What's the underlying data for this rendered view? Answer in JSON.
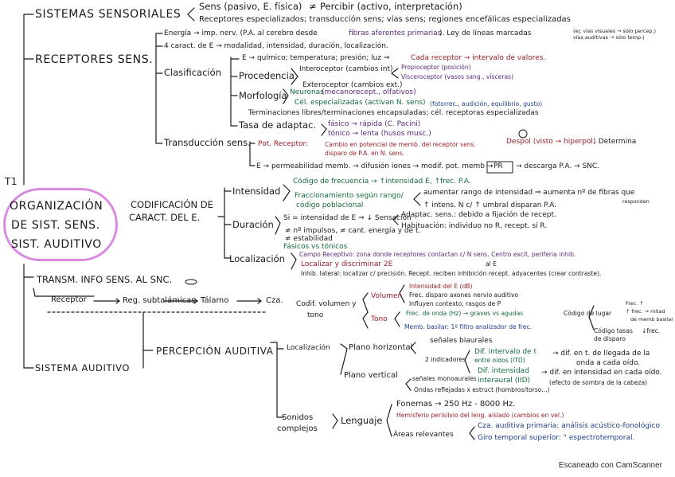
{
  "center": {
    "tag": "T1",
    "line1": "ORGANIZACIÓN",
    "line2": "DE SIST. SENS.",
    "line3": "SIST. AUDITIVO"
  },
  "s1": {
    "title": "SISTEMAS SENSORIALES",
    "sens": "Sens (pasivo, E. física)",
    "neq": "≠",
    "percibir": "Percibir (activo, interpretación)",
    "receptores": "Receptores especializados; transducción sens; vías sens; regiones encefálicas especializadas"
  },
  "s2": {
    "title": "RECEPTORES SENS.",
    "energia": "Energía → imp. nerv. (P.A. al cerebro desde",
    "fibras": "fibras aferentes primarias",
    "ley": "). Ley de líneas marcadas",
    "ley_note1": "(ej: vías visuales → sólo percep.)",
    "ley_note2": "vías auditivas → sólo temp.)",
    "caract": "4 caract. de E → modalidad, intensidad, duración, localización.",
    "clasif": "Clasificación",
    "e_line": "E → químico; temperatura; presión; luz ⇒",
    "cada": "Cada receptor → intervalo de valores.",
    "procedencia": "Procedencia",
    "intero": "Interoceptor (cambios int)",
    "propio": "Propioceptor (posición)",
    "visceo": "Visceroceptor (vasos sang., vísceras)",
    "extero": "Exteroceptor (cambios ext.)",
    "morfologia": "Morfología",
    "neuronas": "Neuronas",
    "mecano": "(mecanorecept., olfativos)",
    "cel": "Cél. especializadas (activan N. sens)",
    "gusto": "(fotorrec., audición, equilibrio, gusto)",
    "termin": "Terminaciones libres/terminaciones encapsuladas; cél. receptoras especializadas",
    "tasa": "Tasa de adaptac.",
    "fasico": "fásico → rápida (C. Pacini)",
    "tonico": "tónico → lenta (husos musc.)",
    "transd": "Transducción sens.",
    "pot": "Pot. Receptor:",
    "cambio": "Cambio en potencial de memb. del receptor sens.",
    "despol": "Despol (visto → hiperpol)",
    "determina": ". Determina",
    "disparo": "disparo de P.A. en N. sens.",
    "perm": "E → permeabilidad memb. → difusión iones → modif. pot. memb →",
    "pr": "PR",
    "descarga": "→ descarga P.A. → SNC."
  },
  "s3": {
    "codif": "CODIFICACIÓN DE",
    "caract": "CARACT. DEL E.",
    "intensidad": "Intensidad",
    "cod_frec": "Código de frecuencia → ↑intensidad E, ↑frec. P.A.",
    "fracc": "Fraccionamiento según rango/",
    "cod_pob": "código poblacional",
    "aumentar": "aumentar rango de intensidad ⇒ aumenta nº de fibras que",
    "responden": "responden",
    "umbral": "↑ intens. N c/ ↑ umbral disparan P.A.",
    "duracion": "Duración",
    "si": "Si = intensidad de E ⇒ ↓ Sensación",
    "adapt": "Adaptac. sens.: debido a fijación de recept.",
    "habit": "Habituación: individuo no R, recept. sí R.",
    "num": "≠ nº impulsos, ≠ cant. energía y de t.",
    "estab": "≠ estabilidad",
    "fasicos": "Fásicos vs tónicos",
    "localizacion": "Localización",
    "campo": "Campo Receptivo: zona donde receptores contactan c/ N sens. Centro excit, periferia inhib.",
    "localizar": "Localizar y discriminar 2E",
    "al_e": "al E",
    "inhib": "Inhib. lateral: localizar c/ precisión. Recept. reciben inhibición recept. adyacentes (crear contraste)."
  },
  "s4": {
    "transm": "TRANSM. INFO SENS. AL SNC.",
    "receptor": "Receptor",
    "reg": "Reg. subtalámicas",
    "talamo": "Tálamo",
    "cza": "Cza.",
    "codif_vol": "Codif. volumen y",
    "tono": "tono",
    "volumen": "Volumen",
    "int_e": "Intensidad del E (dB)",
    "frec_disp": "Frec. disparo axones nervio auditivo",
    "influyen": "Influyen contexto, rasgos de P",
    "tono2": "Tono",
    "frec_onda": "Frec. de onda (Hz) → graves vs agudas",
    "memb": "Memb. basilar: 1º filtro analizador de frec.",
    "cod_lugar": "Código de lugar",
    "frec_arr": "Frec. ↑",
    "frec_arr2": "↑ frec. → mitad",
    "memb_bas": "de memb basilar",
    "cod_tasas": "Código tasas",
    "disparo2": "de disparo",
    "frec_low": "↓frec.",
    "sistema": "SISTEMA AUDITIVO",
    "percepcion": "PERCEPCIÓN AUDITIVA",
    "loc": "Localización",
    "plano_h": "Plano horizontal",
    "senales": "señales biaurales",
    "indic": "2 indicadores",
    "dif_int": "Dif. intervalo de t",
    "entre": "entre oídos (ITD)",
    "dif_int_res": "→ dif. en t. de llegada de la",
    "onda": "onda a cada oído.",
    "dif_intens": "Dif. intensidad",
    "iid": "interaural (IID)",
    "dif_intens_res": "→ dif. en intensidad en cada oído.",
    "efecto": "(efecto de sombra de la cabeza)",
    "plano_v": "Plano vertical",
    "monoaural": "señales monoaurales",
    "ondas": "Ondas reflejadas x estruct (hombros/torso...)",
    "sonidos": "Sonidos",
    "complejos": "complejos",
    "lenguaje": "Lenguaje",
    "fonemas": "Fonemas → 250 Hz - 8000 Hz.",
    "hemi": "Hemisferio perisilvio del leng. aislado (cambios en vel.)",
    "areas": "Áreas relevantes",
    "cza_aud": "Cza. auditiva primaria: análisis acústico-fonológico",
    "giro": "Giro temporal superior: \" espectrotemporal."
  },
  "footer": "Escaneado con CamScanner",
  "colors": {
    "ink": "#1b1b1b",
    "red": "#9b1e2a",
    "green": "#146b3a",
    "blue": "#1f3f8c",
    "purple": "#5b2a7a",
    "highlight": "#d98be0"
  }
}
